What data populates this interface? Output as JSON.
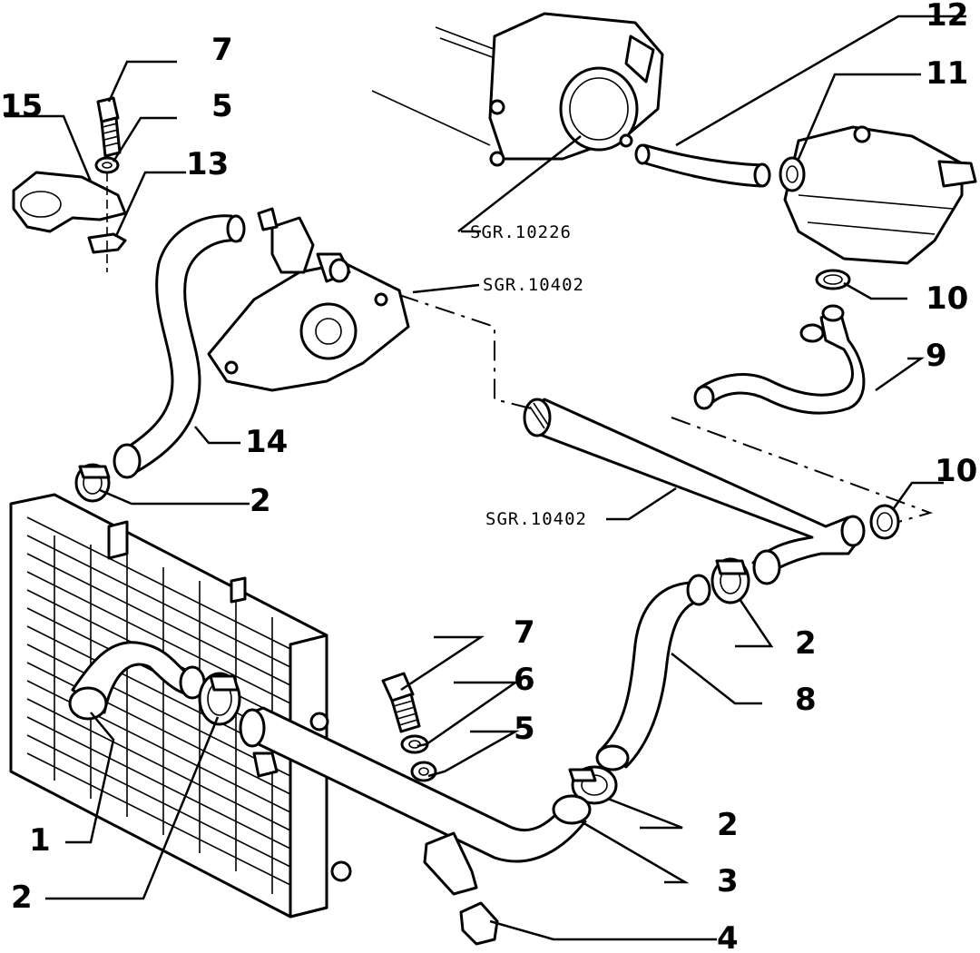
{
  "callouts": {
    "c1": "1",
    "c2a": "2",
    "c2b": "2",
    "c2c": "2",
    "c2d": "2",
    "c3": "3",
    "c4": "4",
    "c5a": "5",
    "c5b": "5",
    "c6": "6",
    "c7a": "7",
    "c7b": "7",
    "c8": "8",
    "c9": "9",
    "c10a": "10",
    "c10b": "10",
    "c11": "11",
    "c12": "12",
    "c13": "13",
    "c14": "14",
    "c15": "15"
  },
  "references": {
    "throttle": "SGR.10226",
    "pump": "SGR.10402",
    "pipe": "SGR.10402"
  }
}
